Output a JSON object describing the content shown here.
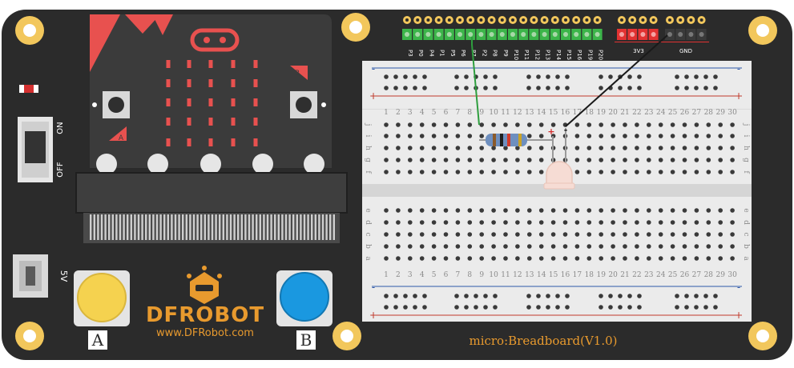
{
  "board": {
    "name": "micro:Breadboard(V1.0)",
    "brand_text": "DFROBOT",
    "brand_url": "www.DFRobot.com",
    "board_color": "#2b2b2b",
    "accent_color": "#e8514f"
  },
  "microbit": {
    "button_a_label": "A",
    "button_b_label": "B"
  },
  "power_switch": {
    "on_label": "ON",
    "off_label": "OFF"
  },
  "usb": {
    "label": "5V"
  },
  "big_buttons": [
    {
      "label": "A",
      "color": "#f5d24f"
    },
    {
      "label": "B",
      "color": "#1a98e0"
    }
  ],
  "headers": {
    "signal_pins": [
      "P3",
      "P0",
      "P4",
      "P1",
      "P5",
      "P6",
      "P7",
      "P2",
      "P8",
      "P9",
      "P10",
      "P11",
      "P12",
      "P13",
      "P14",
      "P15",
      "P16",
      "P19",
      "P20"
    ],
    "power_label": "3V3",
    "ground_label": "GND",
    "signal_color": "#3cb54a",
    "power_color": "#e23232",
    "ground_color": "#3a3a3a"
  },
  "breadboard": {
    "columns": [
      "1",
      "2",
      "3",
      "4",
      "5",
      "6",
      "7",
      "8",
      "9",
      "10",
      "11",
      "12",
      "13",
      "14",
      "15",
      "16",
      "17",
      "18",
      "19",
      "20",
      "21",
      "22",
      "23",
      "24",
      "25",
      "26",
      "27",
      "28",
      "29",
      "30"
    ],
    "top_rows": [
      "j",
      "i",
      "h",
      "g",
      "f"
    ],
    "bottom_rows": [
      "e",
      "d",
      "c",
      "b",
      "a"
    ],
    "rail_minus": "-",
    "rail_plus": "+"
  },
  "components": {
    "led_plus": "+",
    "led_minus": "-"
  }
}
